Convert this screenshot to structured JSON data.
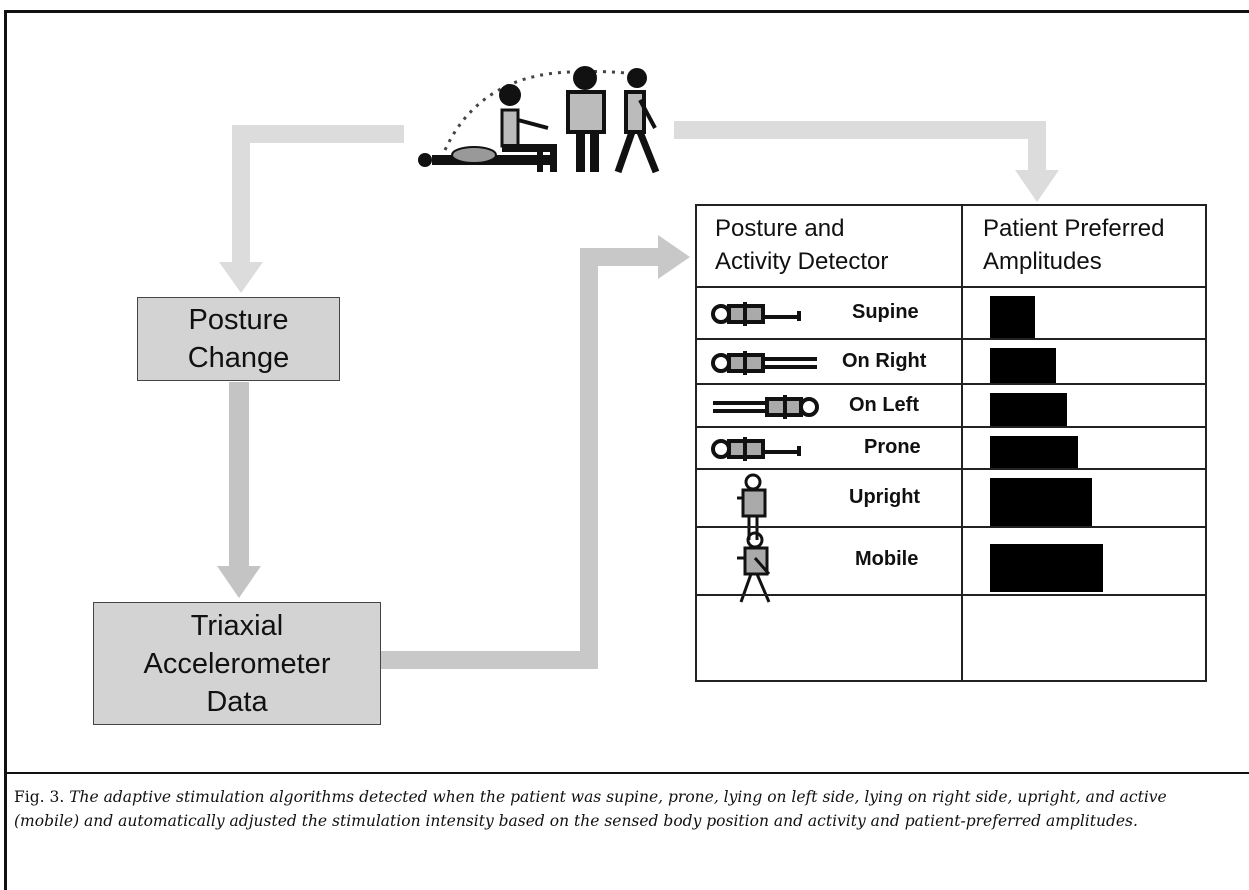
{
  "diagram": {
    "box_posture_change": [
      "Posture",
      "Change"
    ],
    "box_accelerometer": [
      "Triaxial",
      "Accelerometer",
      "Data"
    ],
    "table_header_left": [
      "Posture and",
      "Activity Detector"
    ],
    "table_header_right": [
      "Patient Preferred",
      "Amplitudes"
    ],
    "rows": [
      {
        "label": "Supine",
        "icon": "supine-posture-icon",
        "amplitude": 0.2
      },
      {
        "label": "On Right",
        "icon": "on-right-posture-icon",
        "amplitude": 0.29
      },
      {
        "label": "On Left",
        "icon": "on-left-posture-icon",
        "amplitude": 0.34
      },
      {
        "label": "Prone",
        "icon": "prone-posture-icon",
        "amplitude": 0.39
      },
      {
        "label": "Upright",
        "icon": "upright-posture-icon",
        "amplitude": 0.45
      },
      {
        "label": "Mobile",
        "icon": "mobile-posture-icon",
        "amplitude": 0.5
      }
    ],
    "colors": {
      "arrow_light": "#dcdcdc",
      "arrow_medium": "#c8c8c8",
      "box_fill": "#d3d3d3",
      "bar": "#000000"
    }
  },
  "caption": {
    "prefix": "Fig. 3. ",
    "text": "The adaptive stimulation algorithms detected when the patient was supine, prone, lying on left side, lying on right side, upright, and active (mobile) and automatically adjusted the stimulation intensity based on the sensed body position and activity and patient-preferred amplitudes."
  }
}
